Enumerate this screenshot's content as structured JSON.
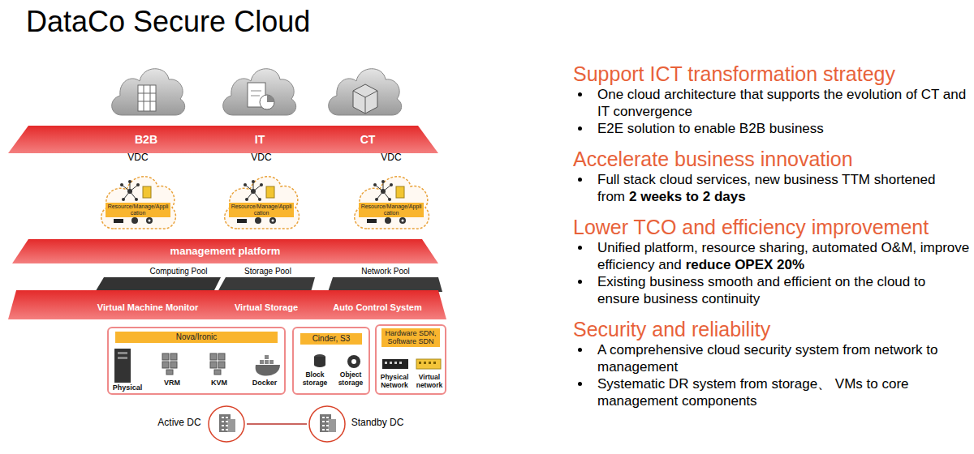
{
  "diagram": {
    "title": "DataCo Secure Cloud",
    "nodes": [
      {
        "text": [
          "B2B",
          "IT",
          "CT"
        ]
      },
      {
        "text": [
          "VDC"
        ]
      },
      {
        "text": [
          "Resource/Manage/Application"
        ],
        "in": 1
      },
      {
        "text": [
          "VDC"
        ]
      },
      {
        "text": [
          "Resource/Manage/Application"
        ],
        "in": 3
      },
      {
        "text": [
          "VDC"
        ]
      },
      {
        "text": [
          "Resource/Manage/Application"
        ],
        "in": 5
      },
      {
        "text": [
          "management platform"
        ]
      },
      {
        "text": [
          "Virtual Machine Monitor",
          "Virtual Storage",
          "Auto Control System"
        ]
      },
      {
        "text": [
          "Physical",
          "VRM",
          "KVM",
          "Docker"
        ]
      },
      {
        "text": [
          "Nova/Ironic"
        ],
        "in": 9
      },
      {
        "text": [
          "Block storage",
          "Object storage"
        ]
      },
      {
        "text": [
          "Cinder, S3"
        ],
        "in": 11
      },
      {
        "text": [
          "Physical Network",
          "Virtual network"
        ]
      },
      {
        "text": [
          "Hardware SDN, Software SDN"
        ],
        "in": 13
      },
      {
        "text": [
          "Active DC"
        ]
      },
      {
        "text": [
          "Standby DC"
        ]
      }
    ],
    "edges": [
      {
        "from": 15,
        "to": 16,
        "arrow": "none"
      }
    ],
    "labels": [
      "Computing Pool",
      "Storage Pool",
      "Network Pool",
      "Support ICT transformation strategy",
      "One cloud architecture that supports the evolution of CT and IT convergence",
      "E2E solution to enable B2B business",
      "Accelerate business innovation",
      "Full stack cloud services, new business TTM shortened from",
      "2 weeks to 2 days",
      "Lower TCO and efficiency improvement",
      "Unified platform, resource sharing, automated O&M, improve efficiency and",
      "reduce OPEX 20%",
      "Existing business smooth and efficient on the cloud to ensure business continuity",
      "Security and reliability",
      "A comprehensive cloud security system from network to management",
      "Systematic DR system from storage、 VMs to core management components"
    ]
  }
}
